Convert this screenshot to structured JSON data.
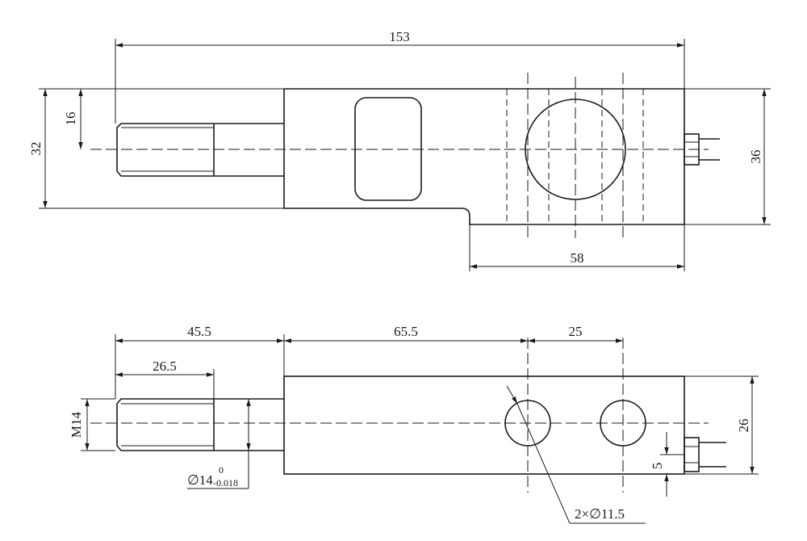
{
  "top_view": {
    "dim_total_length": "153",
    "dim_height_32": "32",
    "dim_stud_16": "16",
    "dim_body_36": "36",
    "dim_base_58": "58"
  },
  "bottom_view": {
    "dim_45_5": "45.5",
    "dim_26_5": "26.5",
    "dim_65_5": "65.5",
    "dim_25": "25",
    "dim_thread": "M14",
    "dim_height_26": "26",
    "dim_offset_5": "5",
    "dim_holes": "2×∅11.5",
    "tol_diameter": "∅14",
    "tol_upper": "0",
    "tol_lower": "-0.018"
  }
}
